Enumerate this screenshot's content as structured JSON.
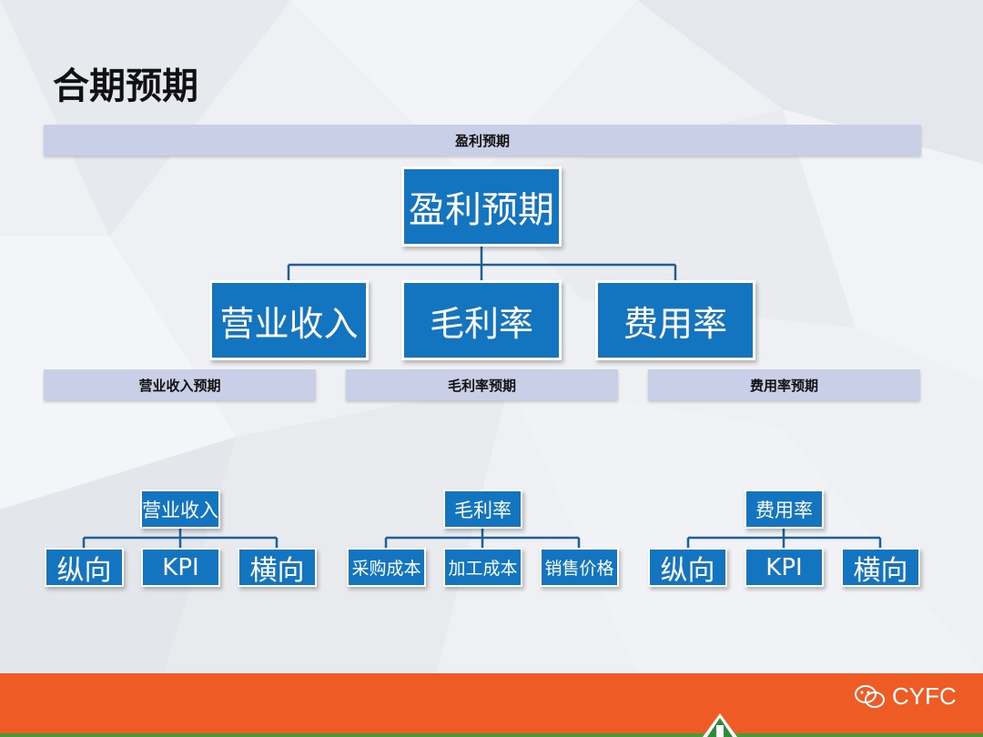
{
  "title": "合期预期",
  "bands": {
    "top": "盈利预期",
    "revenue": "营业收入预期",
    "margin": "毛利率预期",
    "expense": "费用率预期"
  },
  "tree": {
    "root": "盈利预期",
    "level2": [
      "营业收入",
      "毛利率",
      "费用率"
    ]
  },
  "subtrees": [
    {
      "root": "营业收入",
      "leaves": [
        "纵向",
        "KPI",
        "横向"
      ]
    },
    {
      "root": "毛利率",
      "leaves": [
        "采购成本",
        "加工成本",
        "销售价格"
      ]
    },
    {
      "root": "费用率",
      "leaves": [
        "纵向",
        "KPI",
        "横向"
      ]
    }
  ],
  "watermark": {
    "text": "CYFC",
    "icon": "wechat-icon"
  },
  "colors": {
    "node": "#1375c0",
    "band": "#c8cfe6",
    "footer": "#ef5b24"
  }
}
